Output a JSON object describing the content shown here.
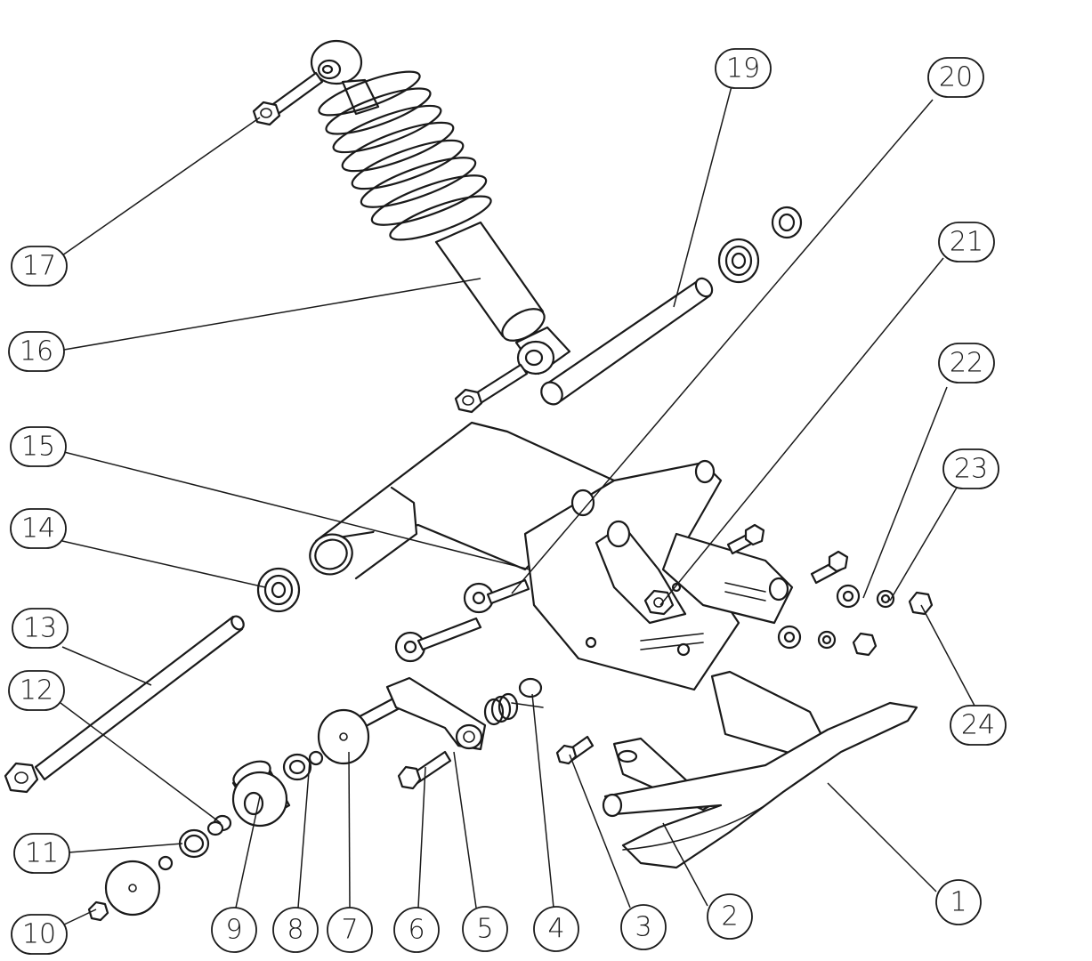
{
  "callouts": [
    {
      "label": "1"
    },
    {
      "label": "2"
    },
    {
      "label": "3"
    },
    {
      "label": "4"
    },
    {
      "label": "5"
    },
    {
      "label": "6"
    },
    {
      "label": "7"
    },
    {
      "label": "8"
    },
    {
      "label": "9"
    },
    {
      "label": "10"
    },
    {
      "label": "11"
    },
    {
      "label": "12"
    },
    {
      "label": "13"
    },
    {
      "label": "14"
    },
    {
      "label": "15"
    },
    {
      "label": "16"
    },
    {
      "label": "17"
    },
    {
      "label": "19"
    },
    {
      "label": "20"
    },
    {
      "label": "21"
    },
    {
      "label": "22"
    },
    {
      "label": "23"
    },
    {
      "label": "24"
    }
  ]
}
